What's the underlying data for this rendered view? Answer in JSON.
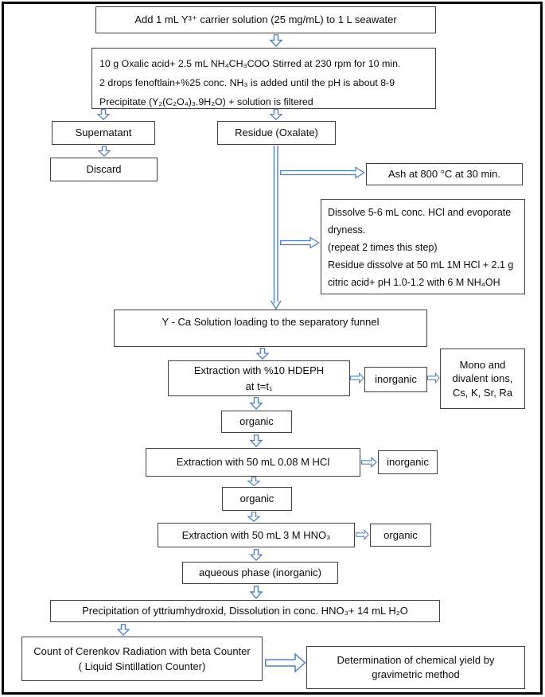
{
  "title": "Yttrium separation flowchart",
  "colors": {
    "arrow": "#4f81bd",
    "box_border": "#3f3f3f",
    "frame": "#000000"
  },
  "nodes": {
    "add_carrier": "Add 1 mL Y³⁺ carrier solution (25 mg/mL) to 1 L seawater",
    "oxalic_step": {
      "line1": "10 g Oxalic acid+ 2.5 mL NH₄CH₃COO Stirred at 230 rpm for 10 min.",
      "line2": "2 drops fenoftlain+%25 conc. NH₃ is added until the pH is about 8-9",
      "line3": "Precipitate (Y₂(C₂O₄)₃.9H₂O) + solution is filtered"
    },
    "supernatant": "Supernatant",
    "discard": "Discard",
    "residue": "Residue (Oxalate)",
    "ash": "Ash at 800 °C at 30 min.",
    "dissolve_step": {
      "line1": "Dissolve 5-6 mL conc. HCl and evoporate dryness.",
      "line2": "(repeat 2 times this step)",
      "line3": "Residue dissolve at 50 mL 1M HCl + 2.1 g citric acid+ pH 1.0-1.2 with 6 M NH₄OH"
    },
    "loading": "Y - Ca Solution loading to the separatory funnel",
    "extraction_hdeph": {
      "line1": "Extraction with %10 HDEPH",
      "line2": "at t=t₁"
    },
    "inorganic_1": "inorganic",
    "mono_divalent": "Mono and divalent ions, Cs, K, Sr, Ra",
    "organic_1": "organic",
    "extraction_hcl": "Extraction with 50 mL 0.08 M HCl",
    "inorganic_2": "inorganic",
    "organic_2": "organic",
    "extraction_hno3": "Extraction with 50 mL 3 M HNO₃",
    "organic_3": "organic",
    "aqueous_phase": "aqueous phase (inorganic)",
    "precipitation": "Precipitation of yttriumhydroxid, Dissolution in conc. HNO₃+ 14 mL H₂O",
    "cerenkov": {
      "line1": "Count of Cerenkov Radiation with beta Counter",
      "line2": "( Liquid Sintillation Counter)"
    },
    "determination": "Determination of chemical yield by gravimetric method"
  }
}
